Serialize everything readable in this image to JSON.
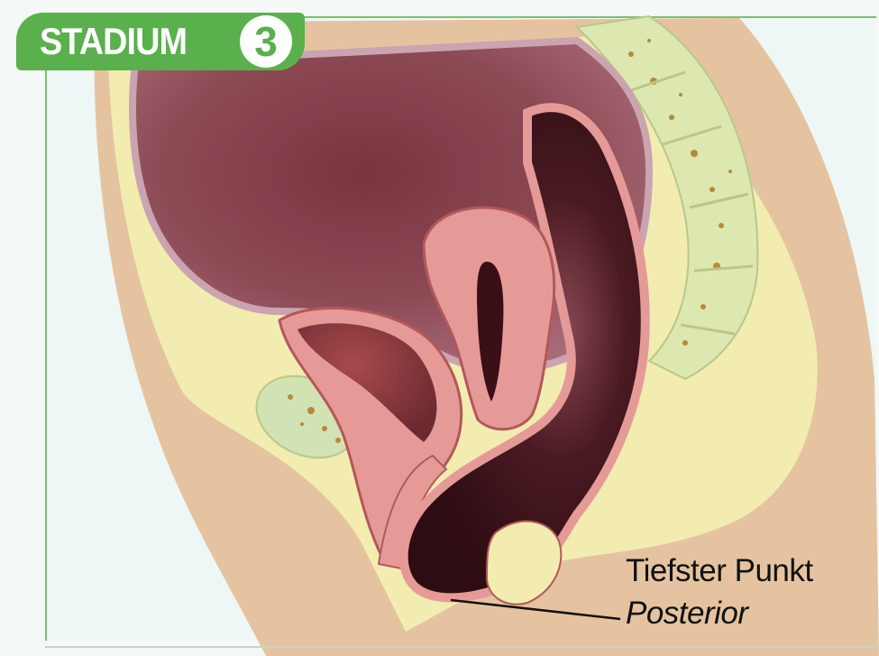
{
  "badge": {
    "word": "STADIUM",
    "number": "3",
    "color": "#5ab04c"
  },
  "annotation": {
    "line1": "Tiefster Punkt",
    "line2": "Posterior"
  },
  "palette": {
    "skin": "#e5c3a0",
    "fat": "#f2ecb0",
    "bladder": "#b05a5a",
    "uterus": "#e59a98",
    "rectum": "#4a1a22",
    "bone": "#dce8b0"
  }
}
